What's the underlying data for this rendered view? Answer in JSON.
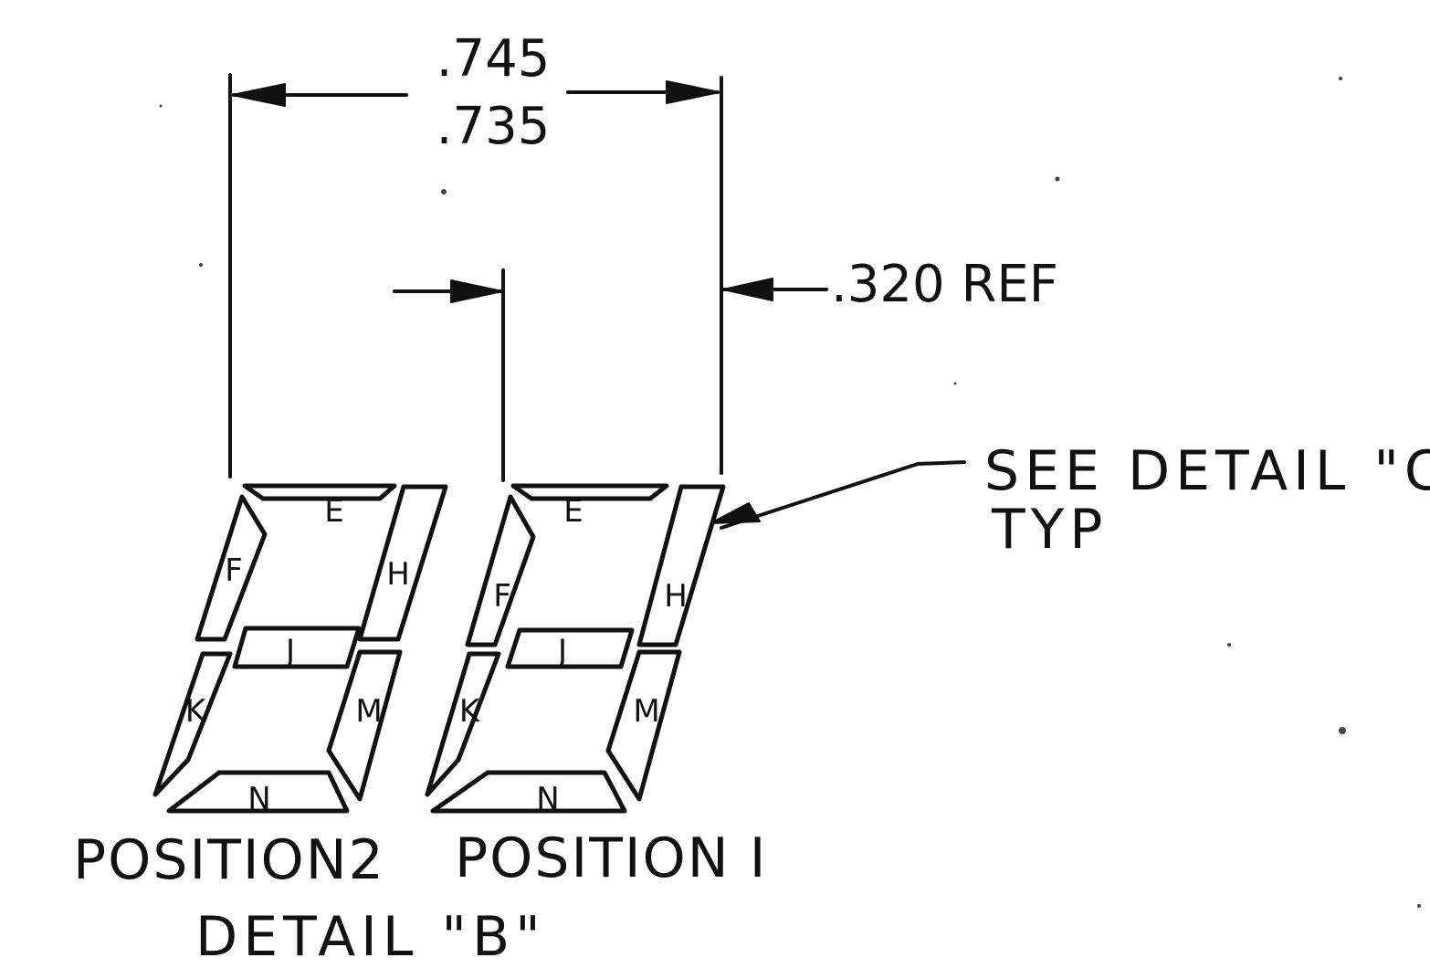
{
  "dimensions": {
    "upper_limit": ".745",
    "lower_limit": ".735",
    "reference": ".320 REF"
  },
  "callout": {
    "line1": "SEE DETAIL \"C\"",
    "line2": "TYP"
  },
  "segment_labels": {
    "top": "E",
    "upper_left": "F",
    "upper_right": "H",
    "middle": "J",
    "lower_left": "K",
    "lower_right": "M",
    "bottom": "N"
  },
  "position_labels": {
    "left_digit": "POSITION2",
    "right_digit": "POSITION I"
  },
  "detail_title": "DETAIL \"B\""
}
